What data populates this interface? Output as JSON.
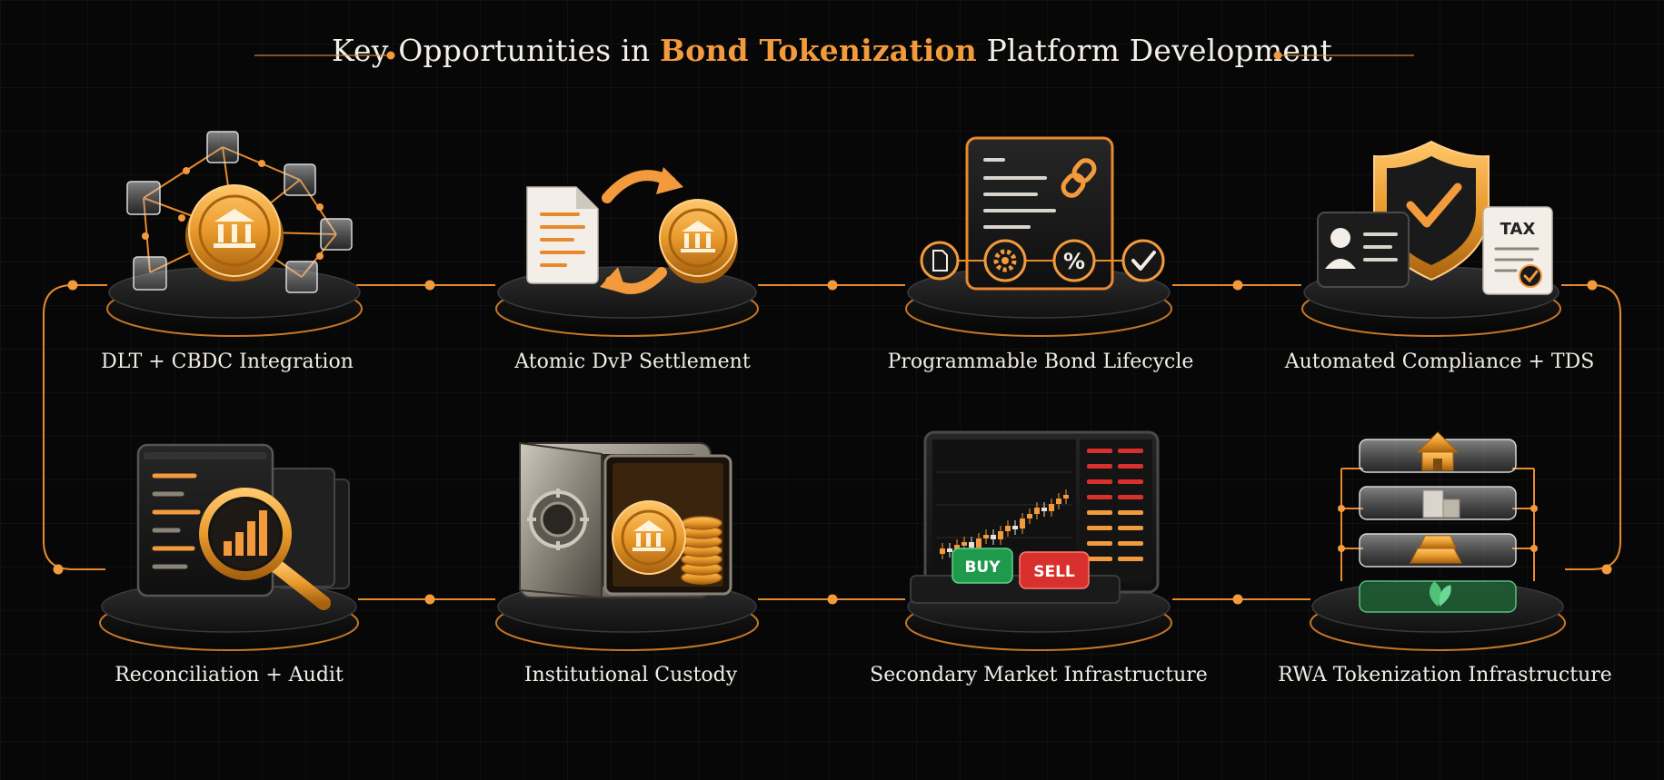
{
  "title": {
    "prefix": "Key Opportunities in",
    "highlight": "Bond Tokenization",
    "suffix": "Platform Development"
  },
  "colors": {
    "accent": "#f29a3c",
    "background": "#070707",
    "text": "#f1ede6",
    "buy": "#1f9a4c",
    "sell": "#d8302c"
  },
  "nodes": [
    {
      "id": "dlt",
      "label": "DLT + CBDC Integration",
      "icon": "blockchain-bank-coin-icon"
    },
    {
      "id": "dvp",
      "label": "Atomic DvP Settlement",
      "icon": "document-coin-exchange-icon"
    },
    {
      "id": "lifecycle",
      "label": "Programmable Bond Lifecycle",
      "icon": "smart-contract-lifecycle-icon"
    },
    {
      "id": "compliance",
      "label": "Automated Compliance + TDS",
      "icon": "shield-id-tax-icon"
    },
    {
      "id": "reconciliation",
      "label": "Reconciliation + Audit",
      "icon": "ledger-magnifier-icon"
    },
    {
      "id": "custody",
      "label": "Institutional Custody",
      "icon": "vault-coins-icon"
    },
    {
      "id": "secondary",
      "label": "Secondary Market Infrastructure",
      "icon": "trading-screen-icon"
    },
    {
      "id": "rwa",
      "label": "RWA Tokenization Infrastructure",
      "icon": "asset-layers-icon"
    }
  ],
  "icon_text": {
    "tax": "TAX",
    "percent": "%",
    "buy": "BUY",
    "sell": "SELL"
  }
}
